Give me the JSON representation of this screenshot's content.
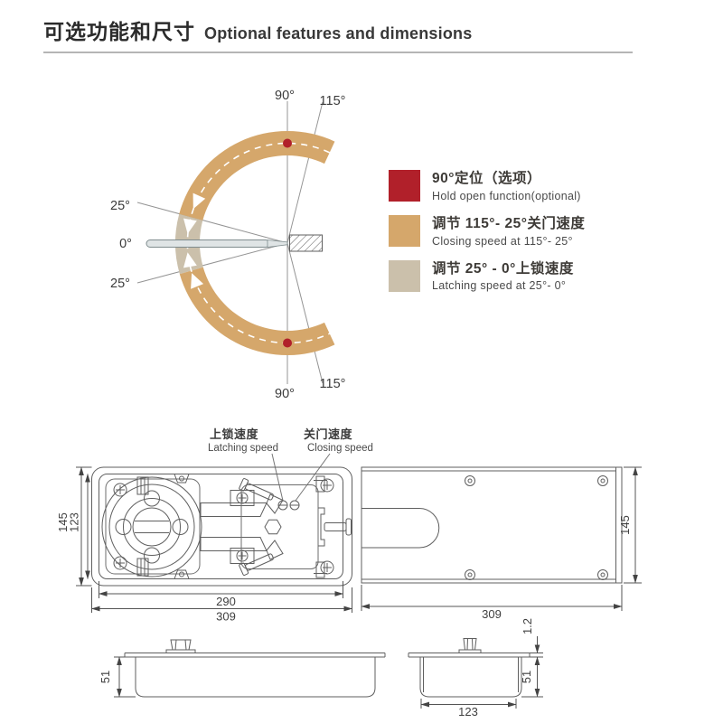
{
  "title": {
    "zh": "可选功能和尺寸",
    "en": "Optional features and dimensions"
  },
  "colors": {
    "hold_open": "#b1202a",
    "closing_speed": "#d5a76b",
    "latching_speed": "#cbc0ab",
    "door_leaf": "#dfe4e5"
  },
  "angle_labels": {
    "top_90": "90°",
    "top_115": "115°",
    "upper_25": "25°",
    "zero": "0°",
    "lower_25": "25°",
    "bottom_90": "90°",
    "bottom_115": "115°"
  },
  "legend": {
    "items": [
      {
        "zh": "90°定位（选项）",
        "en": "Hold open function(optional)"
      },
      {
        "zh": "调节 115°- 25°关门速度",
        "en": "Closing speed at 115°- 25°"
      },
      {
        "zh": "调节 25° - 0°上锁速度",
        "en": "Latching speed at 25°- 0°"
      }
    ]
  },
  "callouts": {
    "latching": {
      "zh": "上锁速度",
      "en": "Latching speed"
    },
    "closing": {
      "zh": "关门速度",
      "en": "Closing speed"
    }
  },
  "dimensions": {
    "plan": {
      "outer_height": "145",
      "inner_height": "123",
      "inner_width": "290",
      "outer_width": "309"
    },
    "cover": {
      "height": "145",
      "width": "309"
    },
    "side": {
      "height": "51"
    },
    "end": {
      "lip_thickness": "1.2",
      "height": "51",
      "width": "123"
    }
  }
}
